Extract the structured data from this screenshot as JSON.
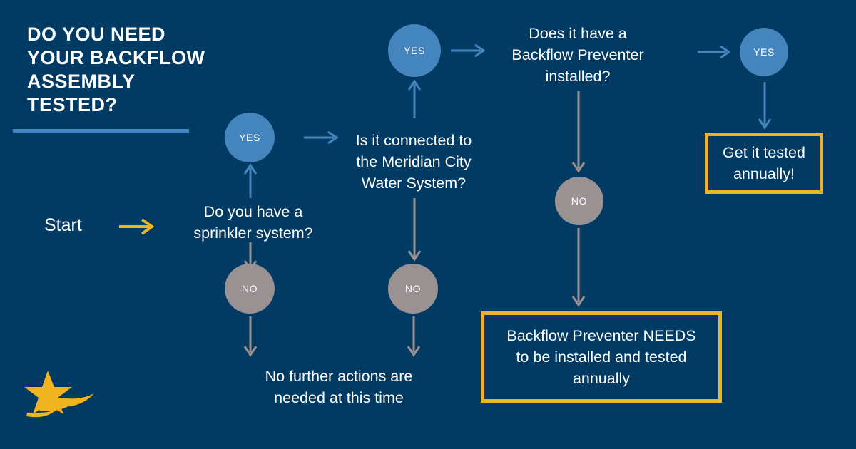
{
  "meta": {
    "background_color": "#013a63",
    "accent_blue": "#4485bd",
    "accent_gold": "#efb41f",
    "neutral_gray": "#9a9193",
    "text_color": "#ffffff"
  },
  "header": {
    "title": "DO YOU NEED\nYOUR BACKFLOW\nASSEMBLY\nTESTED?"
  },
  "flow": {
    "start_label": "Start",
    "q1": "Do you have a\nsprinkler system?",
    "q2": "Is it connected to\nthe Meridian City\nWater System?",
    "q3": "Does it have a\nBackflow Preventer\ninstalled?",
    "yes_label": "YES",
    "no_label": "NO",
    "terminal_no": "No further actions are\nneeded at this time",
    "callout_tested": "Get it tested\nannually!",
    "callout_needs_install": "Backflow Preventer NEEDS\nto be installed and tested\nannually"
  },
  "logo": {
    "name": "meridian-star-logo"
  }
}
